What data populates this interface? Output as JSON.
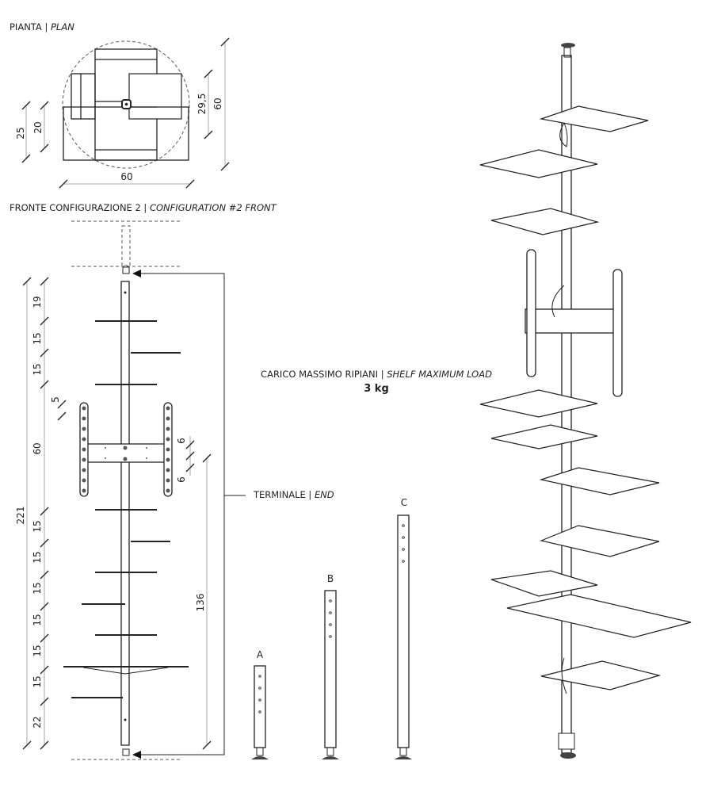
{
  "plan": {
    "title": "PIANTA",
    "title_en": "PLAN",
    "dims": {
      "d25": "25",
      "d20": "20",
      "d60w": "60",
      "d29": "29,5",
      "d60h": "60"
    }
  },
  "front": {
    "title": "FRONTE CONFIGURAZIONE 2",
    "title_en": "CONFIGURATION #2 FRONT",
    "total": "221",
    "segments": [
      "19",
      "15",
      "15",
      "5",
      "60",
      "15",
      "15",
      "15",
      "15",
      "15",
      "15",
      "22"
    ],
    "bracket_dims": [
      "6",
      "6"
    ],
    "end_height": "136",
    "end_label": "TERMINALE",
    "end_label_en": "END"
  },
  "load": {
    "label": "CARICO MASSIMO RIPIANI",
    "label_en": "SHELF MAXIMUM LOAD",
    "value": "3 kg"
  },
  "terminals": [
    {
      "label": "A"
    },
    {
      "label": "B"
    },
    {
      "label": "C"
    }
  ]
}
